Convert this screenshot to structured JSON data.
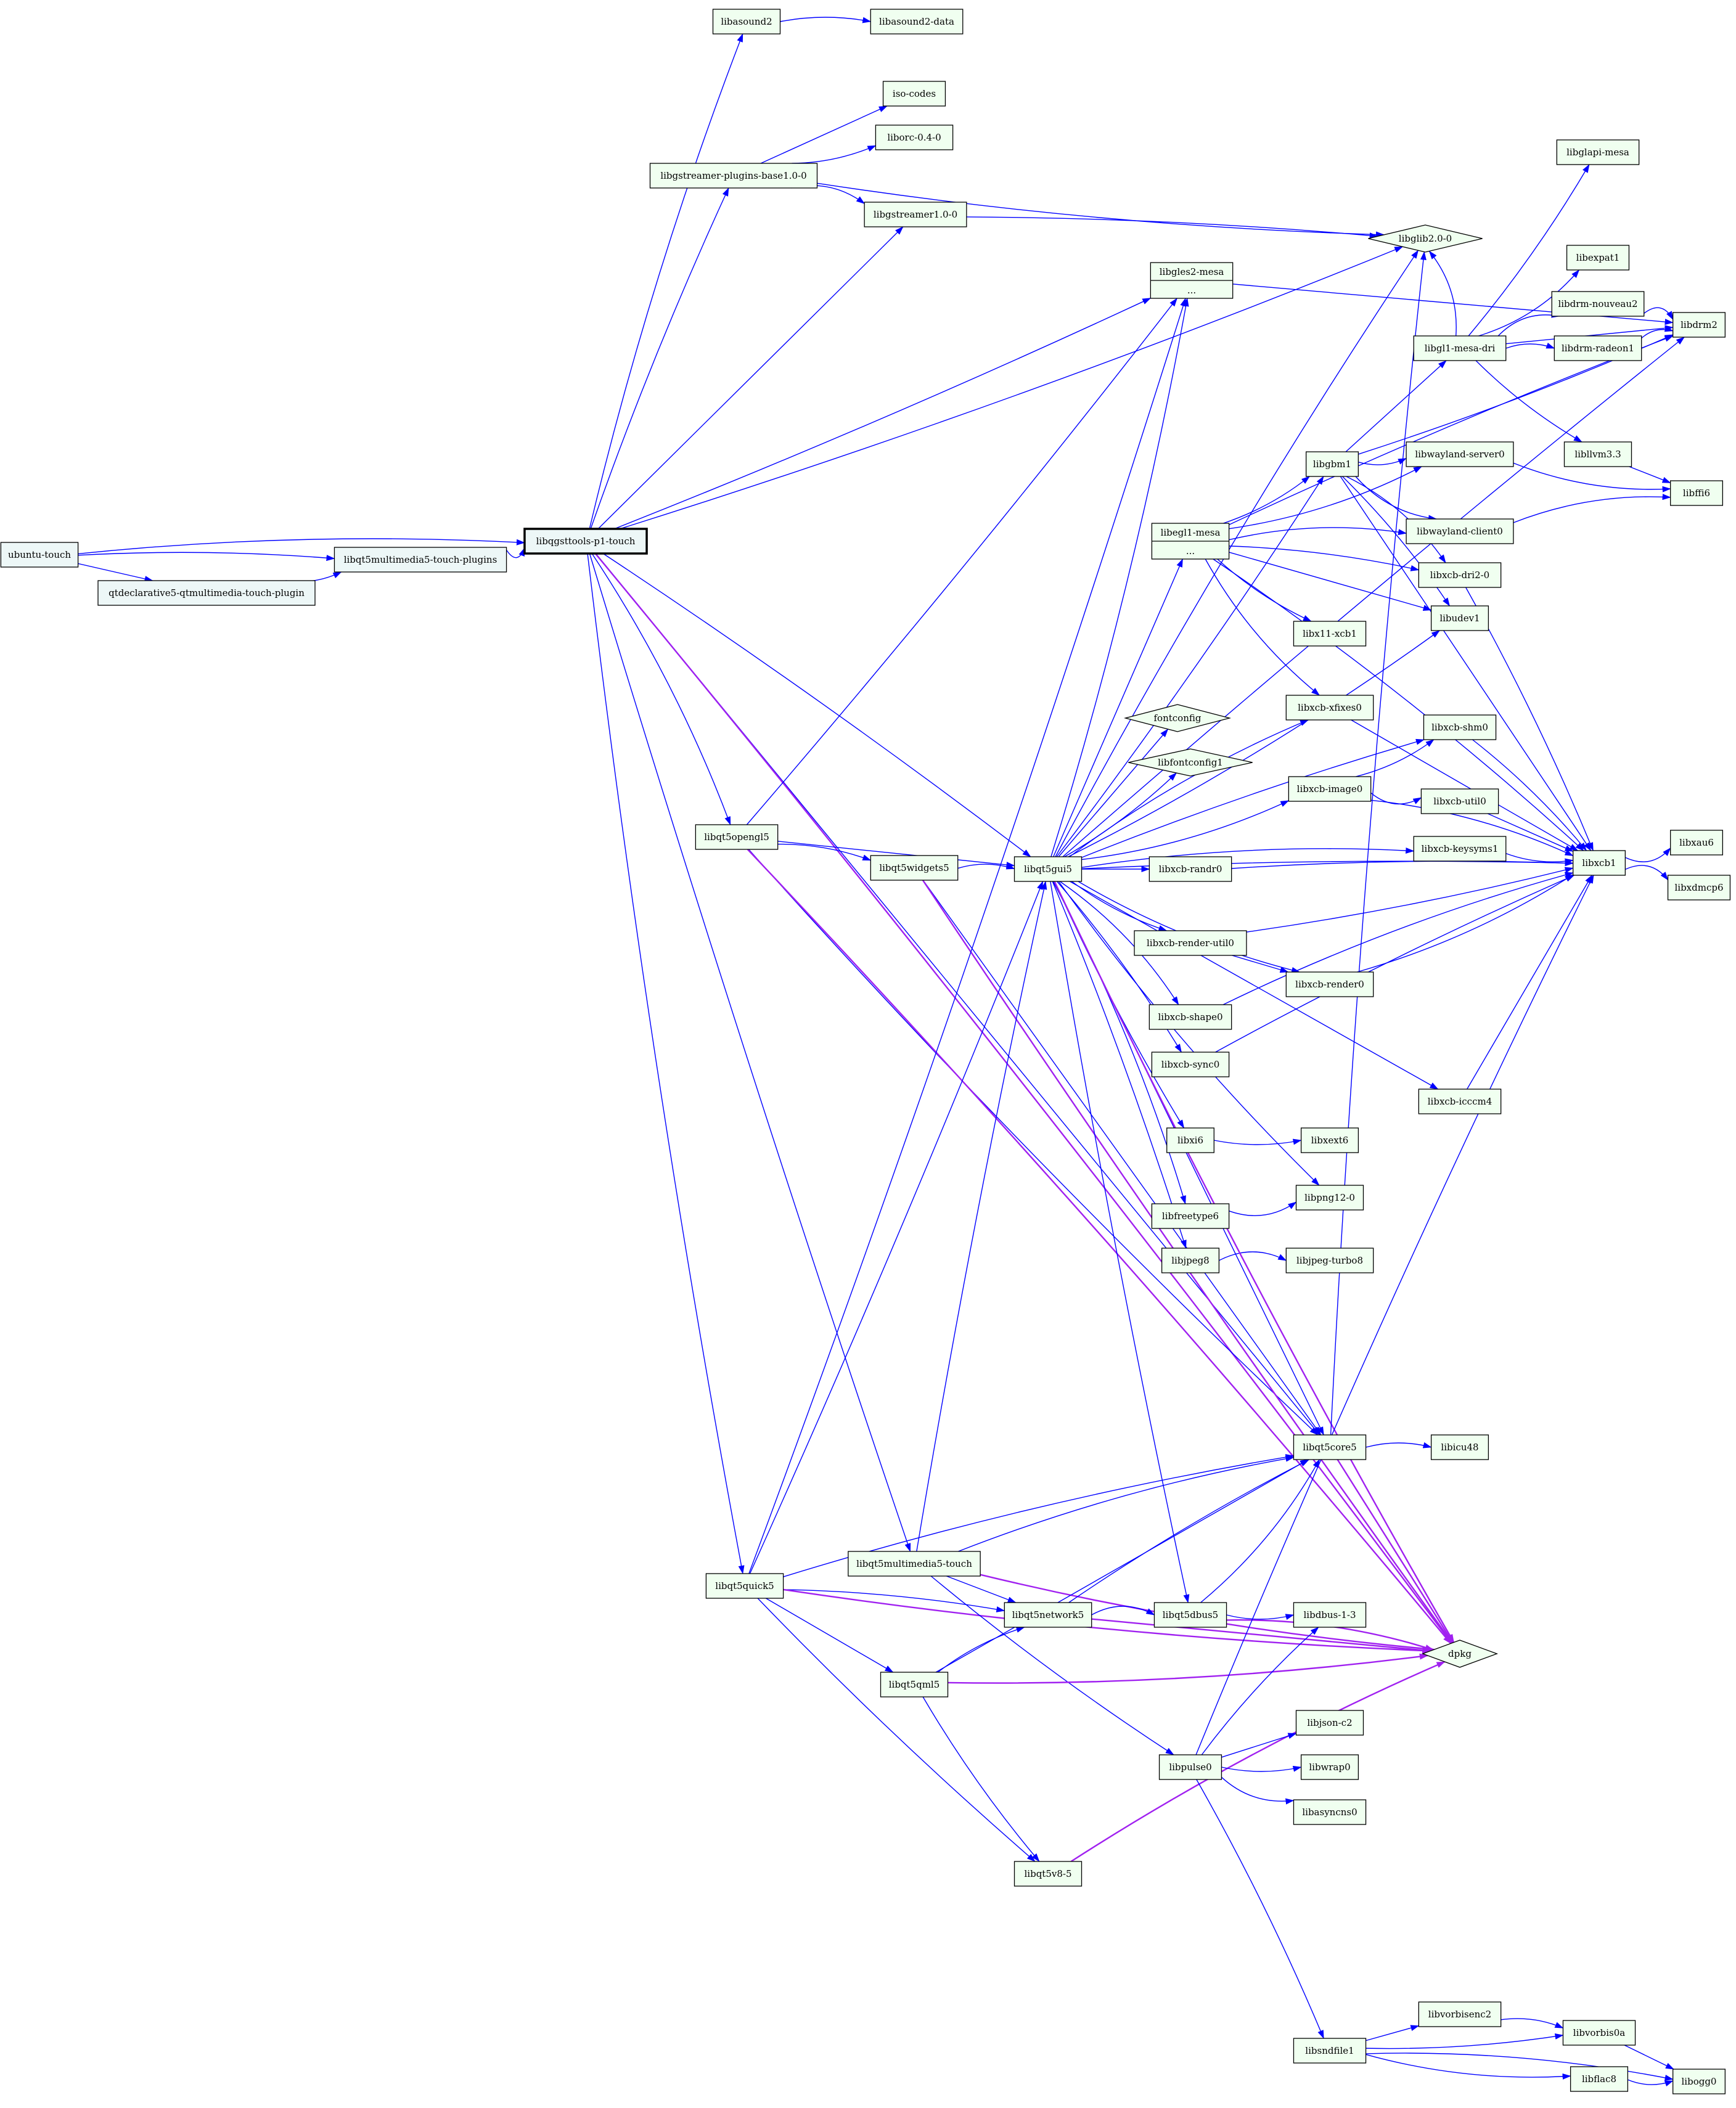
{
  "colors": {
    "dep_edge": "#0000ff",
    "predep_edge": "#a020f0",
    "node_fill_primary": "#edf7f7",
    "node_fill": "#f0fff0",
    "node_stroke": "#000000"
  },
  "graph": {
    "root": "libqgsttools-p1-touch",
    "nodes": [
      {
        "id": "ubuntu-touch",
        "label": "ubuntu-touch",
        "shape": "box"
      },
      {
        "id": "qtdeclarative5-qtmultimedia-touch-plugin",
        "label": "qtdeclarative5-qtmultimedia-touch-plugin",
        "shape": "box"
      },
      {
        "id": "libqt5multimedia5-touch-plugins",
        "label": "libqt5multimedia5-touch-plugins",
        "shape": "box"
      },
      {
        "id": "libqgsttools-p1-touch",
        "label": "libqgsttools-p1-touch",
        "shape": "box",
        "bold": true
      },
      {
        "id": "libasound2",
        "label": "libasound2",
        "shape": "box"
      },
      {
        "id": "libasound2-data",
        "label": "libasound2-data",
        "shape": "box"
      },
      {
        "id": "iso-codes",
        "label": "iso-codes",
        "shape": "box"
      },
      {
        "id": "liborc-0.4-0",
        "label": "liborc-0.4-0",
        "shape": "box"
      },
      {
        "id": "libgstreamer-plugins-base1.0-0",
        "label": "libgstreamer-plugins-base1.0-0",
        "shape": "box"
      },
      {
        "id": "libgstreamer1.0-0",
        "label": "libgstreamer1.0-0",
        "shape": "box"
      },
      {
        "id": "libglib2.0-0",
        "label": "libglib2.0-0",
        "shape": "diamond"
      },
      {
        "id": "libglapi-mesa",
        "label": "libglapi-mesa",
        "shape": "box"
      },
      {
        "id": "libgles2-mesa",
        "label": "libgles2-mesa",
        "sublabel": "...",
        "shape": "box"
      },
      {
        "id": "libexpat1",
        "label": "libexpat1",
        "shape": "box"
      },
      {
        "id": "libdrm-nouveau2",
        "label": "libdrm-nouveau2",
        "shape": "box"
      },
      {
        "id": "libdrm2",
        "label": "libdrm2",
        "shape": "box"
      },
      {
        "id": "libgl1-mesa-dri",
        "label": "libgl1-mesa-dri",
        "shape": "box"
      },
      {
        "id": "libdrm-radeon1",
        "label": "libdrm-radeon1",
        "shape": "box"
      },
      {
        "id": "libllvm3.3",
        "label": "libllvm3.3",
        "shape": "box"
      },
      {
        "id": "libffi6",
        "label": "libffi6",
        "shape": "box"
      },
      {
        "id": "libgbm1",
        "label": "libgbm1",
        "shape": "box"
      },
      {
        "id": "libwayland-server0",
        "label": "libwayland-server0",
        "shape": "box"
      },
      {
        "id": "libegl1-mesa",
        "label": "libegl1-mesa",
        "sublabel": "...",
        "shape": "box"
      },
      {
        "id": "libwayland-client0",
        "label": "libwayland-client0",
        "shape": "box"
      },
      {
        "id": "libxcb-dri2-0",
        "label": "libxcb-dri2-0",
        "shape": "box"
      },
      {
        "id": "libudev1",
        "label": "libudev1",
        "shape": "box"
      },
      {
        "id": "libx11-xcb1",
        "label": "libx11-xcb1",
        "shape": "box"
      },
      {
        "id": "libxcb-xfixes0",
        "label": "libxcb-xfixes0",
        "shape": "box"
      },
      {
        "id": "fontconfig",
        "label": "fontconfig",
        "shape": "diamond"
      },
      {
        "id": "libfontconfig1",
        "label": "libfontconfig1",
        "shape": "diamond"
      },
      {
        "id": "libxcb-shm0",
        "label": "libxcb-shm0",
        "shape": "box"
      },
      {
        "id": "libxcb-image0",
        "label": "libxcb-image0",
        "shape": "box"
      },
      {
        "id": "libxcb-util0",
        "label": "libxcb-util0",
        "shape": "box"
      },
      {
        "id": "libqt5opengl5",
        "label": "libqt5opengl5",
        "shape": "box"
      },
      {
        "id": "libqt5widgets5",
        "label": "libqt5widgets5",
        "shape": "box"
      },
      {
        "id": "libqt5gui5",
        "label": "libqt5gui5",
        "shape": "box"
      },
      {
        "id": "libxcb-keysyms1",
        "label": "libxcb-keysyms1",
        "shape": "box"
      },
      {
        "id": "libxcb1",
        "label": "libxcb1",
        "shape": "box"
      },
      {
        "id": "libxau6",
        "label": "libxau6",
        "shape": "box"
      },
      {
        "id": "libxdmcp6",
        "label": "libxdmcp6",
        "shape": "box"
      },
      {
        "id": "libxcb-randr0",
        "label": "libxcb-randr0",
        "shape": "box"
      },
      {
        "id": "libxcb-render-util0",
        "label": "libxcb-render-util0",
        "shape": "box"
      },
      {
        "id": "libxcb-render0",
        "label": "libxcb-render0",
        "shape": "box"
      },
      {
        "id": "libxcb-shape0",
        "label": "libxcb-shape0",
        "shape": "box"
      },
      {
        "id": "libxcb-sync0",
        "label": "libxcb-sync0",
        "shape": "box"
      },
      {
        "id": "libxcb-icccm4",
        "label": "libxcb-icccm4",
        "shape": "box"
      },
      {
        "id": "libxi6",
        "label": "libxi6",
        "shape": "box"
      },
      {
        "id": "libxext6",
        "label": "libxext6",
        "shape": "box"
      },
      {
        "id": "libpng12-0",
        "label": "libpng12-0",
        "shape": "box"
      },
      {
        "id": "libfreetype6",
        "label": "libfreetype6",
        "shape": "box"
      },
      {
        "id": "libjpeg8",
        "label": "libjpeg8",
        "shape": "box"
      },
      {
        "id": "libjpeg-turbo8",
        "label": "libjpeg-turbo8",
        "shape": "box"
      },
      {
        "id": "libqt5core5",
        "label": "libqt5core5",
        "shape": "box"
      },
      {
        "id": "libicu48",
        "label": "libicu48",
        "shape": "box"
      },
      {
        "id": "libqt5quick5",
        "label": "libqt5quick5",
        "shape": "box"
      },
      {
        "id": "libqt5multimedia5-touch",
        "label": "libqt5multimedia5-touch",
        "shape": "box"
      },
      {
        "id": "libqt5network5",
        "label": "libqt5network5",
        "shape": "box"
      },
      {
        "id": "libqt5dbus5",
        "label": "libqt5dbus5",
        "shape": "box"
      },
      {
        "id": "libdbus-1-3",
        "label": "libdbus-1-3",
        "shape": "box"
      },
      {
        "id": "dpkg",
        "label": "dpkg",
        "shape": "diamond"
      },
      {
        "id": "libqt5qml5",
        "label": "libqt5qml5",
        "shape": "box"
      },
      {
        "id": "libjson-c2",
        "label": "libjson-c2",
        "shape": "box"
      },
      {
        "id": "libpulse0",
        "label": "libpulse0",
        "shape": "box"
      },
      {
        "id": "libwrap0",
        "label": "libwrap0",
        "shape": "box"
      },
      {
        "id": "libasyncns0",
        "label": "libasyncns0",
        "shape": "box"
      },
      {
        "id": "libqt5v8-5",
        "label": "libqt5v8-5",
        "shape": "box"
      },
      {
        "id": "libvorbisenc2",
        "label": "libvorbisenc2",
        "shape": "box"
      },
      {
        "id": "libvorbis0a",
        "label": "libvorbis0a",
        "shape": "box"
      },
      {
        "id": "libsndfile1",
        "label": "libsndfile1",
        "shape": "box"
      },
      {
        "id": "libflac8",
        "label": "libflac8",
        "shape": "box"
      },
      {
        "id": "libogg0",
        "label": "libogg0",
        "shape": "box"
      }
    ],
    "edges": [
      [
        "ubuntu-touch",
        "libqgsttools-p1-touch",
        "dep"
      ],
      [
        "ubuntu-touch",
        "libqt5multimedia5-touch-plugins",
        "dep"
      ],
      [
        "ubuntu-touch",
        "qtdeclarative5-qtmultimedia-touch-plugin",
        "dep"
      ],
      [
        "qtdeclarative5-qtmultimedia-touch-plugin",
        "libqt5multimedia5-touch-plugins",
        "dep"
      ],
      [
        "libqt5multimedia5-touch-plugins",
        "libqgsttools-p1-touch",
        "dep"
      ],
      [
        "libqgsttools-p1-touch",
        "libasound2",
        "dep"
      ],
      [
        "libqgsttools-p1-touch",
        "libgstreamer-plugins-base1.0-0",
        "dep"
      ],
      [
        "libqgsttools-p1-touch",
        "libgstreamer1.0-0",
        "dep"
      ],
      [
        "libqgsttools-p1-touch",
        "libgles2-mesa",
        "dep"
      ],
      [
        "libqgsttools-p1-touch",
        "libglib2.0-0",
        "dep"
      ],
      [
        "libqgsttools-p1-touch",
        "libqt5opengl5",
        "dep"
      ],
      [
        "libqgsttools-p1-touch",
        "libqt5gui5",
        "dep"
      ],
      [
        "libqgsttools-p1-touch",
        "libqt5core5",
        "dep"
      ],
      [
        "libqgsttools-p1-touch",
        "libqt5multimedia5-touch",
        "dep"
      ],
      [
        "libqgsttools-p1-touch",
        "libqt5quick5",
        "dep"
      ],
      [
        "libqgsttools-p1-touch",
        "dpkg",
        "predep"
      ],
      [
        "libasound2",
        "libasound2-data",
        "dep"
      ],
      [
        "libgstreamer-plugins-base1.0-0",
        "iso-codes",
        "dep"
      ],
      [
        "libgstreamer-plugins-base1.0-0",
        "liborc-0.4-0",
        "dep"
      ],
      [
        "libgstreamer-plugins-base1.0-0",
        "libglib2.0-0",
        "dep"
      ],
      [
        "libgstreamer-plugins-base1.0-0",
        "libgstreamer1.0-0",
        "dep"
      ],
      [
        "libgstreamer1.0-0",
        "libglib2.0-0",
        "dep"
      ],
      [
        "libgles2-mesa",
        "libdrm2",
        "dep"
      ],
      [
        "libgl1-mesa-dri",
        "libglapi-mesa",
        "dep"
      ],
      [
        "libgl1-mesa-dri",
        "libexpat1",
        "dep"
      ],
      [
        "libgl1-mesa-dri",
        "libdrm-nouveau2",
        "dep"
      ],
      [
        "libgl1-mesa-dri",
        "libdrm-radeon1",
        "dep"
      ],
      [
        "libgl1-mesa-dri",
        "libdrm2",
        "dep"
      ],
      [
        "libgl1-mesa-dri",
        "libllvm3.3",
        "dep"
      ],
      [
        "libgl1-mesa-dri",
        "libglib2.0-0",
        "dep"
      ],
      [
        "libdrm-nouveau2",
        "libdrm2",
        "dep"
      ],
      [
        "libdrm-radeon1",
        "libdrm2",
        "dep"
      ],
      [
        "libllvm3.3",
        "libffi6",
        "dep"
      ],
      [
        "libegl1-mesa",
        "libgbm1",
        "dep"
      ],
      [
        "libegl1-mesa",
        "libwayland-server0",
        "dep"
      ],
      [
        "libegl1-mesa",
        "libwayland-client0",
        "dep"
      ],
      [
        "libegl1-mesa",
        "libxcb-dri2-0",
        "dep"
      ],
      [
        "libegl1-mesa",
        "libudev1",
        "dep"
      ],
      [
        "libegl1-mesa",
        "libx11-xcb1",
        "dep"
      ],
      [
        "libegl1-mesa",
        "libxcb-xfixes0",
        "dep"
      ],
      [
        "libegl1-mesa",
        "libxcb1",
        "dep"
      ],
      [
        "libegl1-mesa",
        "libdrm2",
        "dep"
      ],
      [
        "libgbm1",
        "libgl1-mesa-dri",
        "dep"
      ],
      [
        "libgbm1",
        "libwayland-server0",
        "dep"
      ],
      [
        "libgbm1",
        "libwayland-client0",
        "dep"
      ],
      [
        "libgbm1",
        "libxcb-dri2-0",
        "dep"
      ],
      [
        "libgbm1",
        "libudev1",
        "dep"
      ],
      [
        "libgbm1",
        "libxcb1",
        "dep"
      ],
      [
        "libgbm1",
        "libdrm2",
        "dep"
      ],
      [
        "libwayland-server0",
        "libffi6",
        "dep"
      ],
      [
        "libwayland-client0",
        "libffi6",
        "dep"
      ],
      [
        "libxcb-dri2-0",
        "libxcb1",
        "dep"
      ],
      [
        "libxcb-xfixes0",
        "libxcb1",
        "dep"
      ],
      [
        "libxcb-image0",
        "libxcb-shm0",
        "dep"
      ],
      [
        "libxcb-image0",
        "libxcb-util0",
        "dep"
      ],
      [
        "libxcb-image0",
        "libxcb1",
        "dep"
      ],
      [
        "libxcb-shm0",
        "libxcb1",
        "dep"
      ],
      [
        "libxcb-util0",
        "libxcb1",
        "dep"
      ],
      [
        "libxcb-keysyms1",
        "libxcb1",
        "dep"
      ],
      [
        "libxcb1",
        "libxau6",
        "dep"
      ],
      [
        "libxcb1",
        "libxdmcp6",
        "dep"
      ],
      [
        "libxcb-randr0",
        "libxcb1",
        "dep"
      ],
      [
        "libxcb-render-util0",
        "libxcb-render0",
        "dep"
      ],
      [
        "libxcb-render-util0",
        "libxcb1",
        "dep"
      ],
      [
        "libxcb-render0",
        "libxcb1",
        "dep"
      ],
      [
        "libxcb-shape0",
        "libxcb1",
        "dep"
      ],
      [
        "libxcb-sync0",
        "libxcb1",
        "dep"
      ],
      [
        "libxcb-icccm4",
        "libxcb1",
        "dep"
      ],
      [
        "libxi6",
        "libxext6",
        "dep"
      ],
      [
        "libfreetype6",
        "libpng12-0",
        "dep"
      ],
      [
        "libjpeg8",
        "libjpeg-turbo8",
        "dep"
      ],
      [
        "libqt5opengl5",
        "libqt5widgets5",
        "dep"
      ],
      [
        "libqt5opengl5",
        "libqt5gui5",
        "dep"
      ],
      [
        "libqt5opengl5",
        "libgles2-mesa",
        "dep"
      ],
      [
        "libqt5opengl5",
        "libqt5core5",
        "dep"
      ],
      [
        "libqt5opengl5",
        "dpkg",
        "predep"
      ],
      [
        "libqt5widgets5",
        "libqt5gui5",
        "dep"
      ],
      [
        "libqt5widgets5",
        "libqt5core5",
        "dep"
      ],
      [
        "libqt5widgets5",
        "dpkg",
        "predep"
      ],
      [
        "libqt5gui5",
        "libgles2-mesa",
        "dep"
      ],
      [
        "libqt5gui5",
        "libglib2.0-0",
        "dep"
      ],
      [
        "libqt5gui5",
        "libdrm2",
        "dep"
      ],
      [
        "libqt5gui5",
        "libegl1-mesa",
        "dep"
      ],
      [
        "libqt5gui5",
        "libgbm1",
        "dep"
      ],
      [
        "libqt5gui5",
        "libudev1",
        "dep"
      ],
      [
        "libqt5gui5",
        "libxcb-xfixes0",
        "dep"
      ],
      [
        "libqt5gui5",
        "libxcb-shm0",
        "dep"
      ],
      [
        "libqt5gui5",
        "fontconfig",
        "dep"
      ],
      [
        "libqt5gui5",
        "libfontconfig1",
        "dep"
      ],
      [
        "libqt5gui5",
        "libxcb-image0",
        "dep"
      ],
      [
        "libqt5gui5",
        "libxcb-keysyms1",
        "dep"
      ],
      [
        "libqt5gui5",
        "libxcb1",
        "dep"
      ],
      [
        "libqt5gui5",
        "libxcb-randr0",
        "dep"
      ],
      [
        "libqt5gui5",
        "libxcb-render-util0",
        "dep"
      ],
      [
        "libqt5gui5",
        "libxcb-render0",
        "dep"
      ],
      [
        "libqt5gui5",
        "libxcb-shape0",
        "dep"
      ],
      [
        "libqt5gui5",
        "libxcb-sync0",
        "dep"
      ],
      [
        "libqt5gui5",
        "libxcb-icccm4",
        "dep"
      ],
      [
        "libqt5gui5",
        "libxi6",
        "dep"
      ],
      [
        "libqt5gui5",
        "libpng12-0",
        "dep"
      ],
      [
        "libqt5gui5",
        "libfreetype6",
        "dep"
      ],
      [
        "libqt5gui5",
        "libjpeg8",
        "dep"
      ],
      [
        "libqt5gui5",
        "libqt5core5",
        "dep"
      ],
      [
        "libqt5gui5",
        "libqt5dbus5",
        "dep"
      ],
      [
        "libqt5gui5",
        "dpkg",
        "predep"
      ],
      [
        "libqt5core5",
        "libglib2.0-0",
        "dep"
      ],
      [
        "libqt5core5",
        "libicu48",
        "dep"
      ],
      [
        "libqt5core5",
        "dpkg",
        "predep"
      ],
      [
        "libqt5quick5",
        "libqt5gui5",
        "dep"
      ],
      [
        "libqt5quick5",
        "libgles2-mesa",
        "dep"
      ],
      [
        "libqt5quick5",
        "libqt5core5",
        "dep"
      ],
      [
        "libqt5quick5",
        "libqt5network5",
        "dep"
      ],
      [
        "libqt5quick5",
        "libqt5qml5",
        "dep"
      ],
      [
        "libqt5quick5",
        "libqt5v8-5",
        "dep"
      ],
      [
        "libqt5quick5",
        "dpkg",
        "predep"
      ],
      [
        "libqt5multimedia5-touch",
        "libqt5core5",
        "dep"
      ],
      [
        "libqt5multimedia5-touch",
        "libqt5gui5",
        "dep"
      ],
      [
        "libqt5multimedia5-touch",
        "libqt5network5",
        "dep"
      ],
      [
        "libqt5multimedia5-touch",
        "libpulse0",
        "dep"
      ],
      [
        "libqt5multimedia5-touch",
        "dpkg",
        "predep"
      ],
      [
        "libqt5network5",
        "libqt5dbus5",
        "dep"
      ],
      [
        "libqt5network5",
        "libqt5core5",
        "dep"
      ],
      [
        "libqt5network5",
        "dpkg",
        "predep"
      ],
      [
        "libqt5dbus5",
        "libdbus-1-3",
        "dep"
      ],
      [
        "libqt5dbus5",
        "libqt5core5",
        "dep"
      ],
      [
        "libqt5dbus5",
        "dpkg",
        "predep"
      ],
      [
        "libqt5qml5",
        "libqt5network5",
        "dep"
      ],
      [
        "libqt5qml5",
        "libqt5core5",
        "dep"
      ],
      [
        "libqt5qml5",
        "libqt5v8-5",
        "dep"
      ],
      [
        "libqt5qml5",
        "dpkg",
        "predep"
      ],
      [
        "libqt5v8-5",
        "dpkg",
        "predep"
      ],
      [
        "libpulse0",
        "libdbus-1-3",
        "dep"
      ],
      [
        "libpulse0",
        "libjson-c2",
        "dep"
      ],
      [
        "libpulse0",
        "libwrap0",
        "dep"
      ],
      [
        "libpulse0",
        "libasyncns0",
        "dep"
      ],
      [
        "libpulse0",
        "libxcb1",
        "dep"
      ],
      [
        "libpulse0",
        "libsndfile1",
        "dep"
      ],
      [
        "libsndfile1",
        "libvorbisenc2",
        "dep"
      ],
      [
        "libsndfile1",
        "libvorbis0a",
        "dep"
      ],
      [
        "libsndfile1",
        "libflac8",
        "dep"
      ],
      [
        "libsndfile1",
        "libogg0",
        "dep"
      ],
      [
        "libvorbisenc2",
        "libvorbis0a",
        "dep"
      ],
      [
        "libvorbis0a",
        "libogg0",
        "dep"
      ],
      [
        "libflac8",
        "libogg0",
        "dep"
      ]
    ]
  }
}
